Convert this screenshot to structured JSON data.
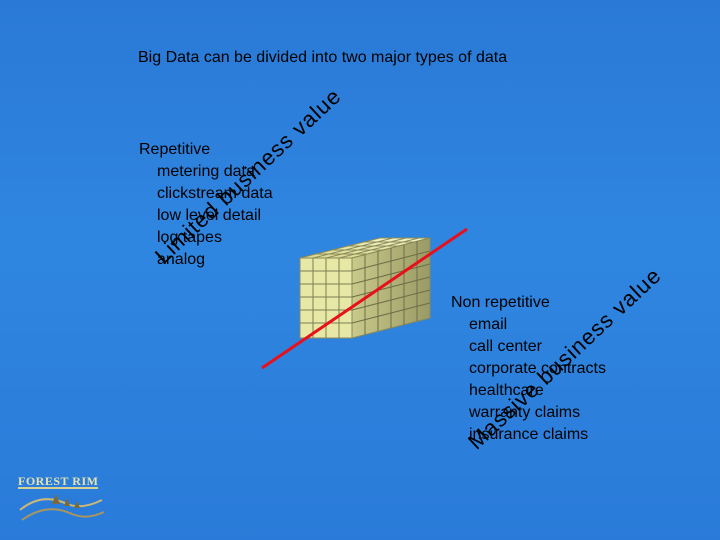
{
  "slide": {
    "title": "Big Data can be divided into two major types of data",
    "left": {
      "heading": "Repetitive",
      "items": [
        "metering data",
        "clickstream data",
        "low level detail",
        "log tapes",
        "analog"
      ],
      "diagonal": "Limited business value"
    },
    "right": {
      "heading": "Non repetitive",
      "items": [
        "email",
        "call center",
        "corporate contracts",
        "healthcare",
        "warranty claims",
        "insurance claims"
      ],
      "diagonal": "Massive business value"
    },
    "logo": {
      "text": "FOREST RIM"
    }
  },
  "colors": {
    "background": "#2f86e0",
    "divider_line": "#e8101a",
    "cube": "#e8e8a0"
  }
}
